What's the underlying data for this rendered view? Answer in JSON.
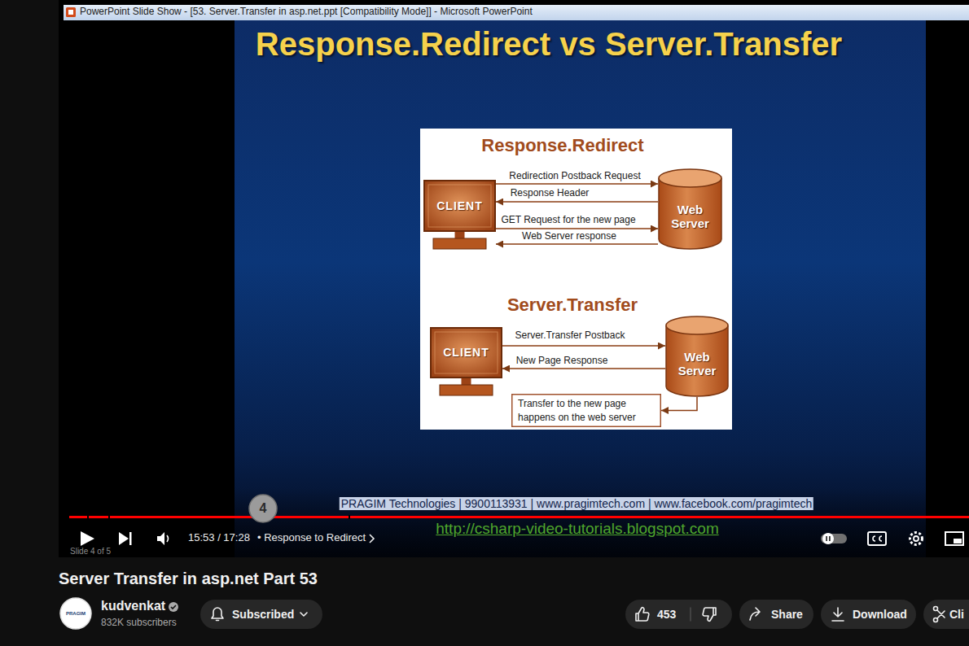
{
  "diagram": {
    "title": "Response.Redirect vs Server.Transfer",
    "nodes": [
      {
        "text": [
          "CLIENT"
        ]
      },
      {
        "text": [
          "Web Server"
        ]
      },
      {
        "text": [
          "CLIENT"
        ]
      },
      {
        "text": [
          "Web Server"
        ]
      },
      {
        "text": [
          "Transfer to the new page happens on the web server"
        ]
      },
      {
        "text": [
          "4"
        ]
      },
      {
        "text": [
          "PRAGIM"
        ]
      },
      {
        "text": [
          "Subscribed"
        ]
      },
      {
        "text": [
          "453"
        ]
      },
      {
        "text": [
          "Share"
        ]
      },
      {
        "text": [
          "Download"
        ]
      },
      {
        "text": [
          "Cli"
        ]
      }
    ],
    "edges": [
      {
        "from": 0,
        "to": 1,
        "label": "Redirection Postback Request",
        "arrow": "to"
      },
      {
        "from": 1,
        "to": 0,
        "label": "Response Header",
        "arrow": "to"
      },
      {
        "from": 0,
        "to": 1,
        "label": "GET Request for the new page",
        "arrow": "to"
      },
      {
        "from": 1,
        "to": 0,
        "label": "Web Server response",
        "arrow": "to"
      },
      {
        "from": 2,
        "to": 3,
        "label": "Server.Transfer Postback",
        "arrow": "to"
      },
      {
        "from": 3,
        "to": 2,
        "label": "New Page Response",
        "arrow": "to"
      },
      {
        "from": 3,
        "to": 4,
        "arrow": "to"
      }
    ],
    "labels": [
      "PowerPoint Slide Show - [53. Server.Transfer in asp.net.ppt [Compatibility Mode]] - Microsoft PowerPoint",
      "Response.Redirect",
      "Server.Transfer",
      "PRAGIM Technologies | 9900113931 | www.pragimtech.com | www.facebook.com/pragimtech",
      "http://csharp-video-tutorials.blogspot.com",
      "Slide 4 of 5",
      "15:53 / 17:28",
      "• Response to Redirect",
      "Server Transfer in asp.net Part 53",
      "kudvenkat",
      "832K subscribers"
    ]
  }
}
